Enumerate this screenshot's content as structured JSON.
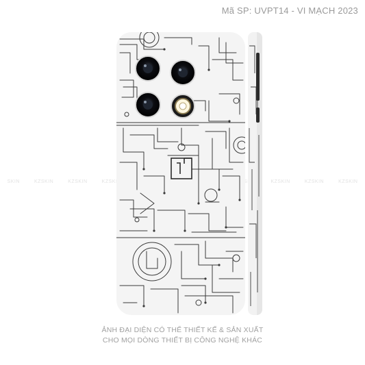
{
  "product_code": "Mã SP: UVPT14 - VI MẠCH 2023",
  "watermark": [
    "SKIN",
    "KZSKIN",
    "KZSKIN",
    "KZSKIN",
    "KZSKIN",
    "KZSKIN",
    "KZSKIN",
    "KZSKIN",
    "KZSKIN",
    "KZSKIN",
    "KZSKIN"
  ],
  "caption": {
    "line1": "ẢNH ĐẠI DIỆN CÓ THỂ THIẾT KẾ & SẢN XUẤT",
    "line2": "CHO MỌI DÒNG THIẾT BỊ CÔNG NGHỆ KHÁC"
  },
  "colors": {
    "skin": "#f4f4f4",
    "trace": "#3a3a3a",
    "lens": "#111111",
    "text": "#9a9a9a"
  }
}
